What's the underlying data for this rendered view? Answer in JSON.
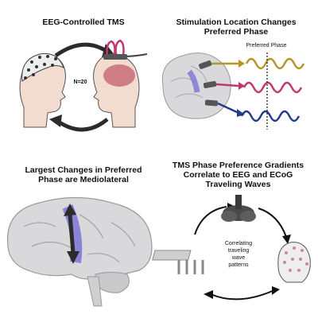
{
  "panels": {
    "top_left": {
      "title": "EEG-Controlled TMS",
      "n_label": "N=20"
    },
    "top_right": {
      "title": "Stimulation Location Changes Preferred Phase",
      "phase_label": "Preferred Phase"
    },
    "bottom_left": {
      "title": "Largest Changes in Preferred Phase are Mediolateral"
    },
    "bottom_right": {
      "title": "TMS Phase Preference Gradients Correlate to EEG and ECoG Traveling Waves",
      "center_label": [
        "Correlating",
        "traveling",
        "wave",
        "patterns"
      ]
    }
  },
  "colors": {
    "wave_gold": "#b8952a",
    "wave_magenta": "#c2366f",
    "wave_navy": "#243d8a",
    "stim_strip": "#7b73d6",
    "brain": "#d9d9dc",
    "brain_dark": "#b9b9bd",
    "head_skin": "#f1dccf",
    "arrow_dark": "#2b2b2b"
  }
}
